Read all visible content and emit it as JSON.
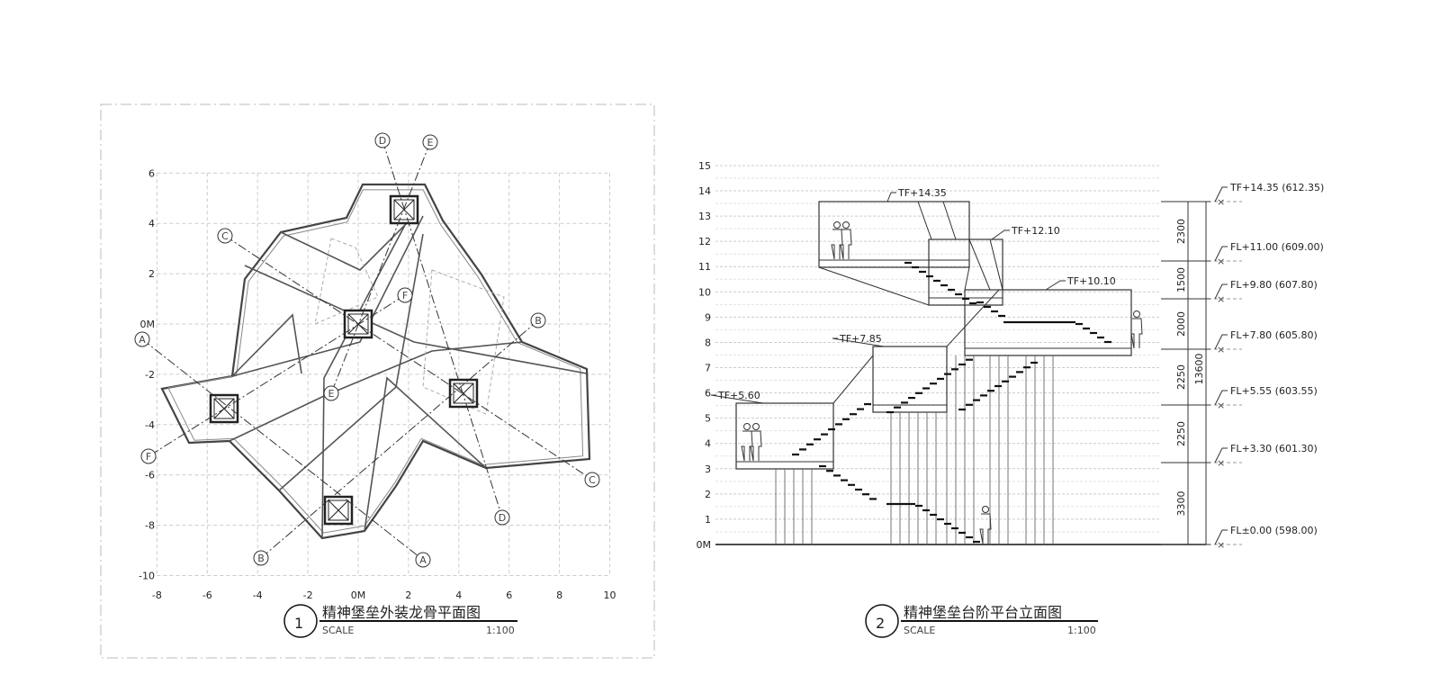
{
  "plan": {
    "title": "精神堡垒外装龙骨平面图",
    "number": "1",
    "scale_label": "SCALE",
    "scale_value": "1:100",
    "x_ticks": [
      "-8",
      "-6",
      "-4",
      "-2",
      "0M",
      "2",
      "4",
      "6",
      "8",
      "10"
    ],
    "y_ticks": [
      "6",
      "4",
      "2",
      "0M",
      "-2",
      "-4",
      "-6",
      "-8",
      "-10"
    ],
    "sections": [
      {
        "a": "A",
        "b": "A"
      },
      {
        "a": "B",
        "b": "B"
      },
      {
        "a": "C",
        "b": "C"
      },
      {
        "a": "D",
        "b": "D"
      },
      {
        "a": "E",
        "b": "E"
      },
      {
        "a": "F",
        "b": "F"
      }
    ]
  },
  "elevation": {
    "title": "精神堡垒台阶平台立面图",
    "number": "2",
    "scale_label": "SCALE",
    "scale_value": "1:100",
    "y_ticks": [
      "0M",
      "1",
      "2",
      "3",
      "4",
      "5",
      "6",
      "7",
      "8",
      "9",
      "10",
      "11",
      "12",
      "13",
      "14",
      "15"
    ],
    "platform_labels": [
      "TF+14.35",
      "TF+12.10",
      "TF+10.10",
      "TF+7.85",
      "TF+5.60"
    ],
    "level_labels": [
      "TF+14.35 (612.35)",
      "FL+11.00 (609.00)",
      "FL+9.80 (607.80)",
      "FL+7.80 (605.80)",
      "FL+5.55 (603.55)",
      "FL+3.30 (601.30)",
      "FL±0.00 (598.00)"
    ],
    "dims": [
      "2300",
      "1500",
      "2000",
      "2250",
      "2250",
      "3300"
    ],
    "total_dim": "13600"
  }
}
